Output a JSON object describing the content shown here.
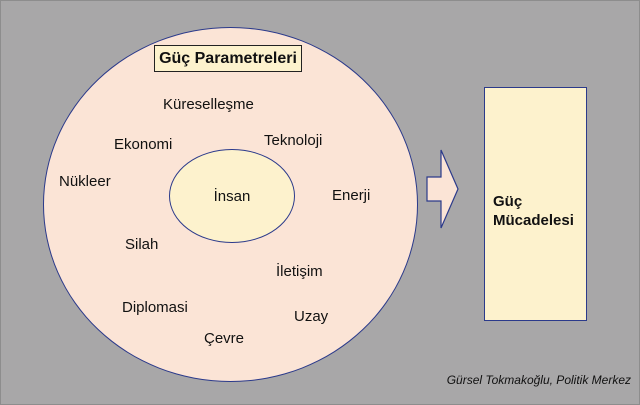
{
  "diagram": {
    "title": "Güç Parametreleri",
    "center": "İnsan",
    "terms": {
      "kuresellesme": "Küreselleşme",
      "ekonomi": "Ekonomi",
      "teknoloji": "Teknoloji",
      "nukleer": "Nükleer",
      "enerji": "Enerji",
      "silah": "Silah",
      "iletisim": "İletişim",
      "diplomasi": "Diplomasi",
      "uzay": "Uzay",
      "cevre": "Çevre"
    },
    "result": {
      "line1": "Güç",
      "line2": "Mücadelesi"
    },
    "credit": "Gürsel Tokmakoğlu, Politik Merkez",
    "colors": {
      "background": "#a8a7a8",
      "outer_fill": "#fbe4d6",
      "inner_fill": "#fdf2cd",
      "outline": "#2b3a8b"
    }
  }
}
